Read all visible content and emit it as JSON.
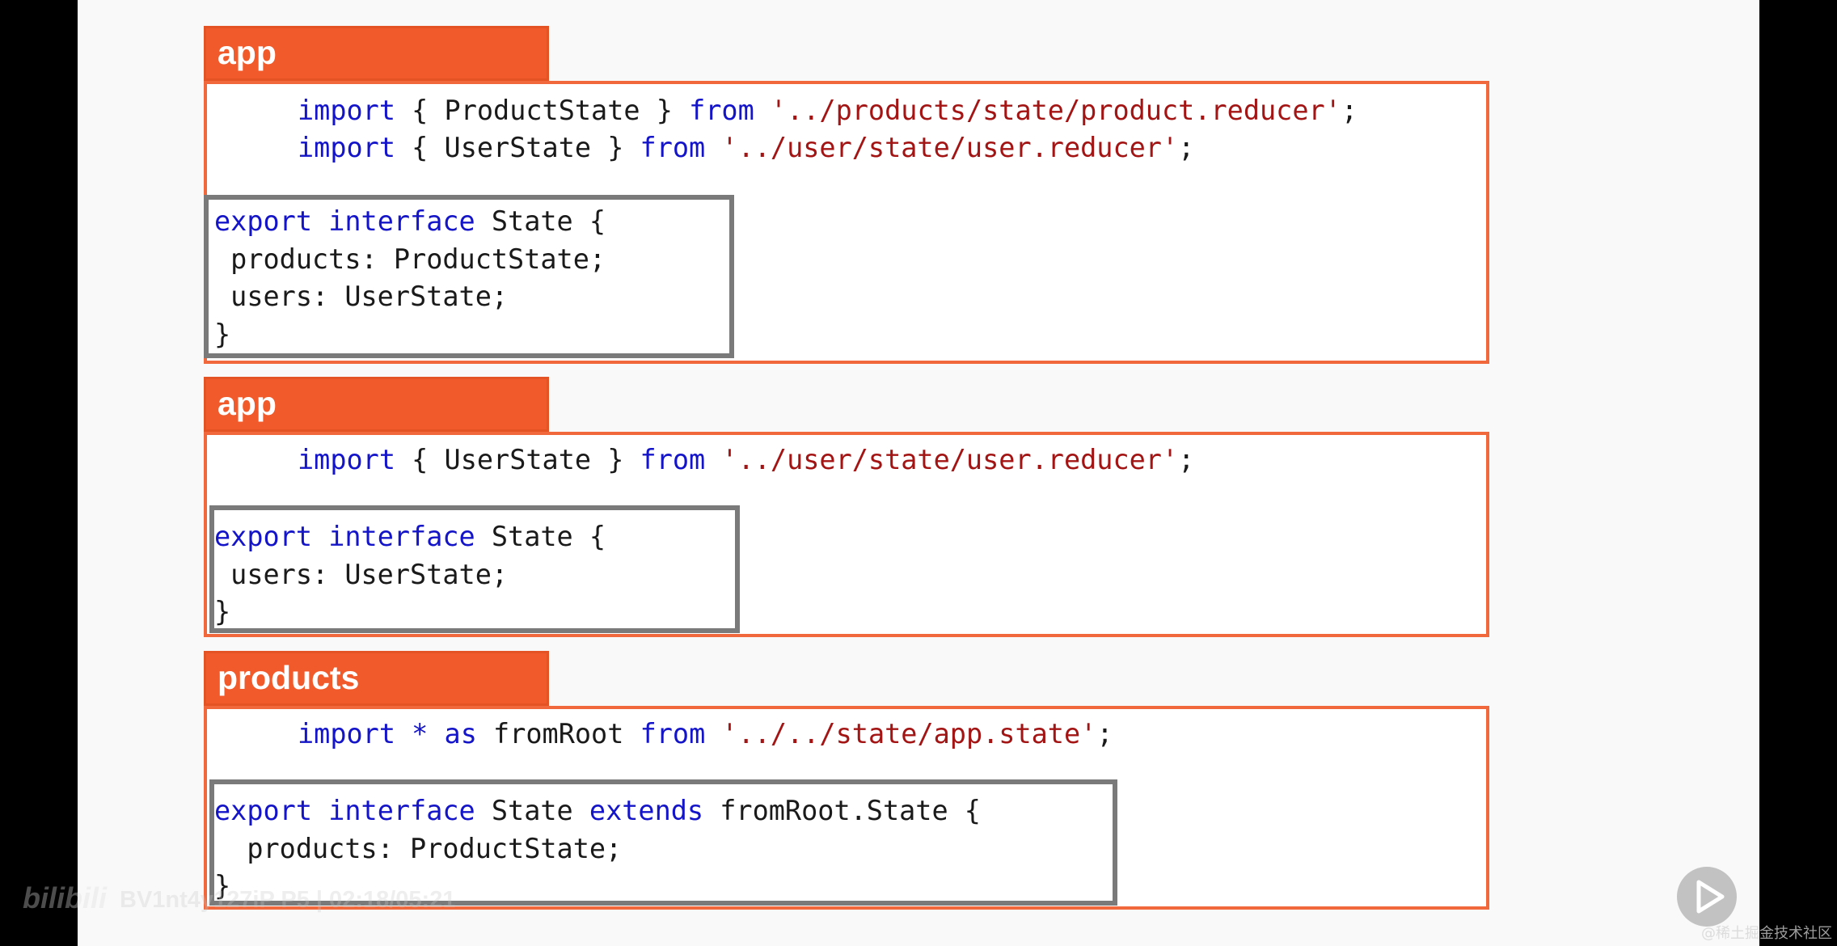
{
  "blocks": [
    {
      "tab": "app",
      "imports": [
        {
          "kw": "import",
          "a": " { ProductState } ",
          "from": "from",
          "b": " ",
          "path": "'../products/state/product.reducer'",
          "end": ";"
        },
        {
          "kw": "import",
          "a": " { UserState } ",
          "from": "from",
          "b": " ",
          "path": "'../user/state/user.reducer'",
          "end": ";"
        }
      ],
      "iface": {
        "line1": {
          "export": "export",
          "interface": "interface",
          "rest": " State {"
        },
        "props": [
          " products: ProductState;",
          " users: UserState;"
        ],
        "close": "}"
      }
    },
    {
      "tab": "app",
      "imports": [
        {
          "kw": "import",
          "a": " { UserState } ",
          "from": "from",
          "b": " ",
          "path": "'../user/state/user.reducer'",
          "end": ";"
        }
      ],
      "iface": {
        "line1": {
          "export": "export",
          "interface": "interface",
          "rest": " State {"
        },
        "props": [
          " users: UserState;"
        ],
        "close": "}"
      }
    },
    {
      "tab": "products",
      "imports": [
        {
          "kw": "import",
          "star": " * ",
          "as": "as",
          "a": " fromRoot ",
          "from": "from",
          "b": " ",
          "path": "'../../state/app.state'",
          "end": ";"
        }
      ],
      "iface": {
        "line1": {
          "export": "export",
          "interface": "interface",
          "rest": " State ",
          "extends": "extends",
          "rest2": " fromRoot.State {"
        },
        "props": [
          "  products: ProductState;"
        ],
        "close": "}"
      }
    }
  ],
  "overlay": {
    "logo": "bilibili",
    "video_id": "BV1nt4y127iP P5 | 02:18/05:21",
    "credit": "@稀土掘金技术社区",
    "play_icon": "play-icon"
  },
  "colors": {
    "tab_orange": "#f15a2b",
    "border_orange": "#f0683b",
    "keyword_blue": "#1414c8",
    "string_red": "#a31515",
    "inner_border_gray": "#7a7a7a"
  }
}
